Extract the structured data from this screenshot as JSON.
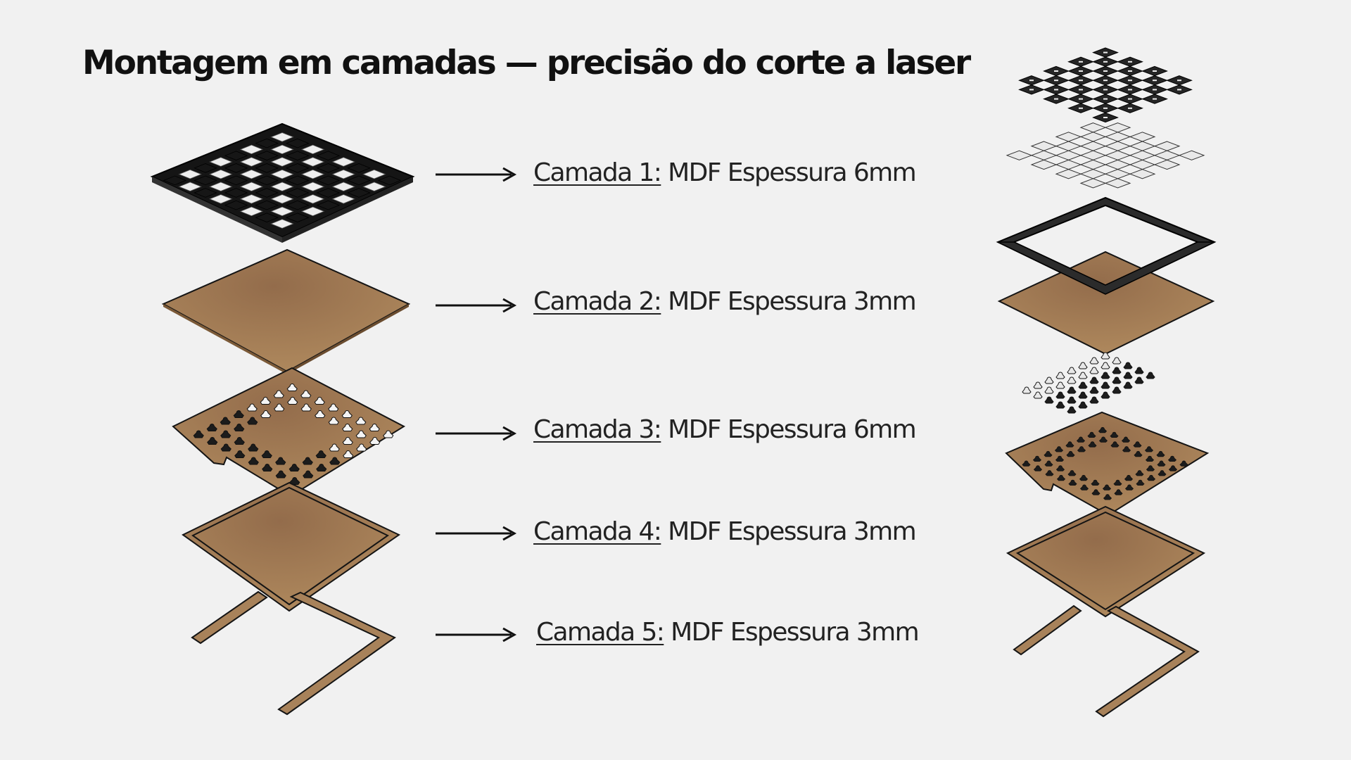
{
  "title": "Montagem em camadas — precisão do corte a laser",
  "layers": [
    {
      "key": "Camada 1:",
      "desc": " MDF Espessura 6mm"
    },
    {
      "key": "Camada 2:",
      "desc": " MDF Espessura 3mm"
    },
    {
      "key": "Camada 3:",
      "desc": "  MDF Espessura 6mm"
    },
    {
      "key": "Camada 4:",
      "desc": " MDF Espessura 3mm"
    },
    {
      "key": "Camada 5:",
      "desc": " MDF Espessura 3mm"
    }
  ],
  "colors": {
    "background": "#f1f1f1",
    "mdf": "#a8825a",
    "mdf_edge": "#7b5a38",
    "black_piece": "#2a2a2a",
    "white_piece": "#eeeeee",
    "outline": "#141414"
  }
}
